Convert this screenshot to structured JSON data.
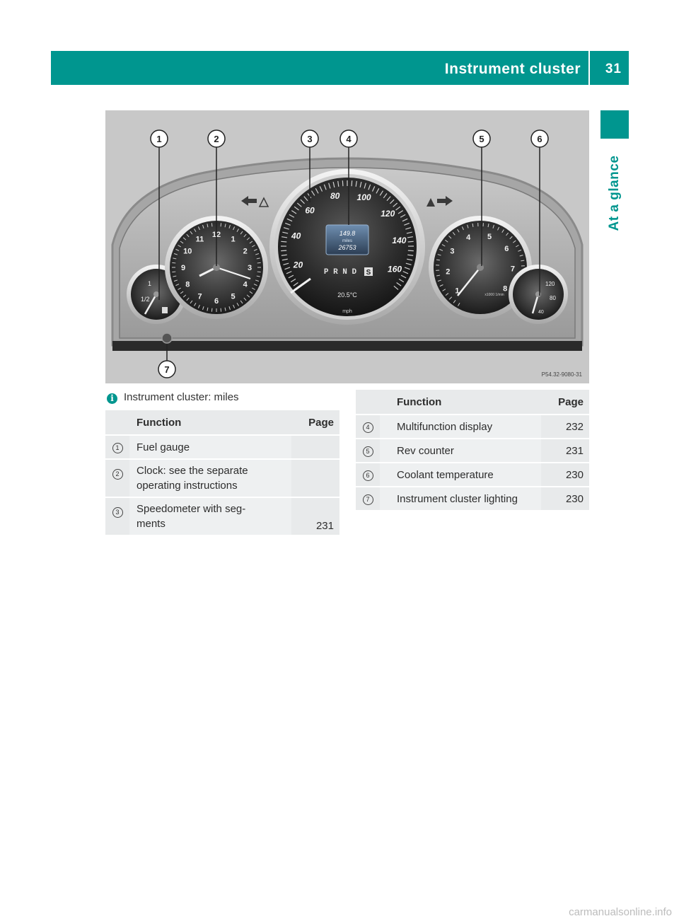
{
  "header": {
    "title": "Instrument cluster",
    "page_number": "31"
  },
  "side_tab": {
    "label": "At a glance"
  },
  "figure": {
    "code": "P54.32-9080-31",
    "callouts": [
      "1",
      "2",
      "3",
      "4",
      "5",
      "6",
      "7"
    ],
    "speedometer_labels": [
      "20",
      "40",
      "60",
      "80",
      "100",
      "120",
      "140",
      "160"
    ],
    "speed_unit": "mph",
    "display": {
      "trip": "149.8",
      "unit": "miles",
      "odometer": "26753",
      "gear": "P R N D",
      "mode": "S",
      "temperature": "20.5°C"
    },
    "clock_numbers": [
      "12",
      "1",
      "2",
      "3",
      "4",
      "5",
      "6",
      "7",
      "8",
      "9",
      "10",
      "11"
    ],
    "rev_numbers": [
      "1",
      "2",
      "3",
      "4",
      "5",
      "6",
      "7",
      "8"
    ],
    "rev_unit": "x1000 1/min",
    "fuel_labels": [
      "1",
      "1/2"
    ],
    "coolant_labels": [
      "120",
      "80",
      "40"
    ]
  },
  "note": {
    "icon": "i",
    "text": "Instrument cluster: miles"
  },
  "table_left": {
    "headers": [
      "",
      "Function",
      "Page"
    ],
    "rows": [
      {
        "num": "1",
        "function": "Fuel gauge",
        "page": ""
      },
      {
        "num": "2",
        "function": "Clock: see the separate\noperating instructions",
        "page": ""
      },
      {
        "num": "3",
        "function": "Speedometer with seg-\nments",
        "page": "231"
      }
    ]
  },
  "table_right": {
    "headers": [
      "",
      "Function",
      "Page"
    ],
    "rows": [
      {
        "num": "4",
        "function": "Multifunction display",
        "page": "232"
      },
      {
        "num": "5",
        "function": "Rev counter",
        "page": "231"
      },
      {
        "num": "6",
        "function": "Coolant temperature",
        "page": "230"
      },
      {
        "num": "7",
        "function": "Instrument cluster lighting",
        "page": "230"
      }
    ]
  },
  "watermark": "carmanualsonline.info"
}
